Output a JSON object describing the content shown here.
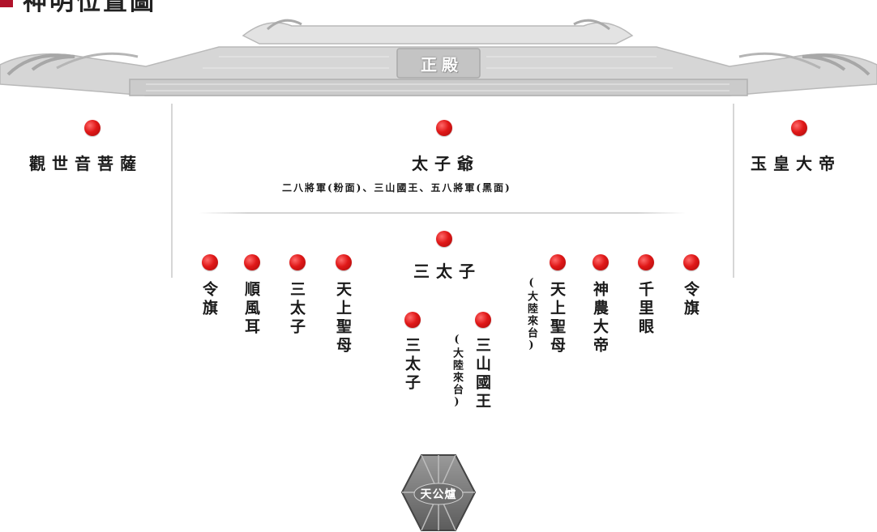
{
  "title": "神明位置圖",
  "roof_label": "正殿",
  "altar_label": "天公爐",
  "left_deity": "觀世音菩薩",
  "right_deity": "玉皇大帝",
  "center_deity": "太子爺",
  "center_subtitle": "二八將軍(粉面)、三山國王、五八將軍(黑面)",
  "middle_deity": "三太子",
  "row_left": [
    {
      "label": "令旗"
    },
    {
      "label": "順風耳"
    },
    {
      "label": "三太子"
    },
    {
      "label": "天上聖母"
    }
  ],
  "row_right": [
    {
      "label": "天上聖母",
      "note": "(大陸來台)"
    },
    {
      "label": "神農大帝"
    },
    {
      "label": "千里眼"
    },
    {
      "label": "令旗"
    }
  ],
  "lower_left": {
    "label": "三太子"
  },
  "lower_right": {
    "label": "三山國王",
    "note": "(大陸來台)"
  },
  "colors": {
    "dot": "#e01818",
    "title_marker": "#b0122a",
    "roof": "#cfcfcf",
    "lines": "#d6d6d6"
  }
}
